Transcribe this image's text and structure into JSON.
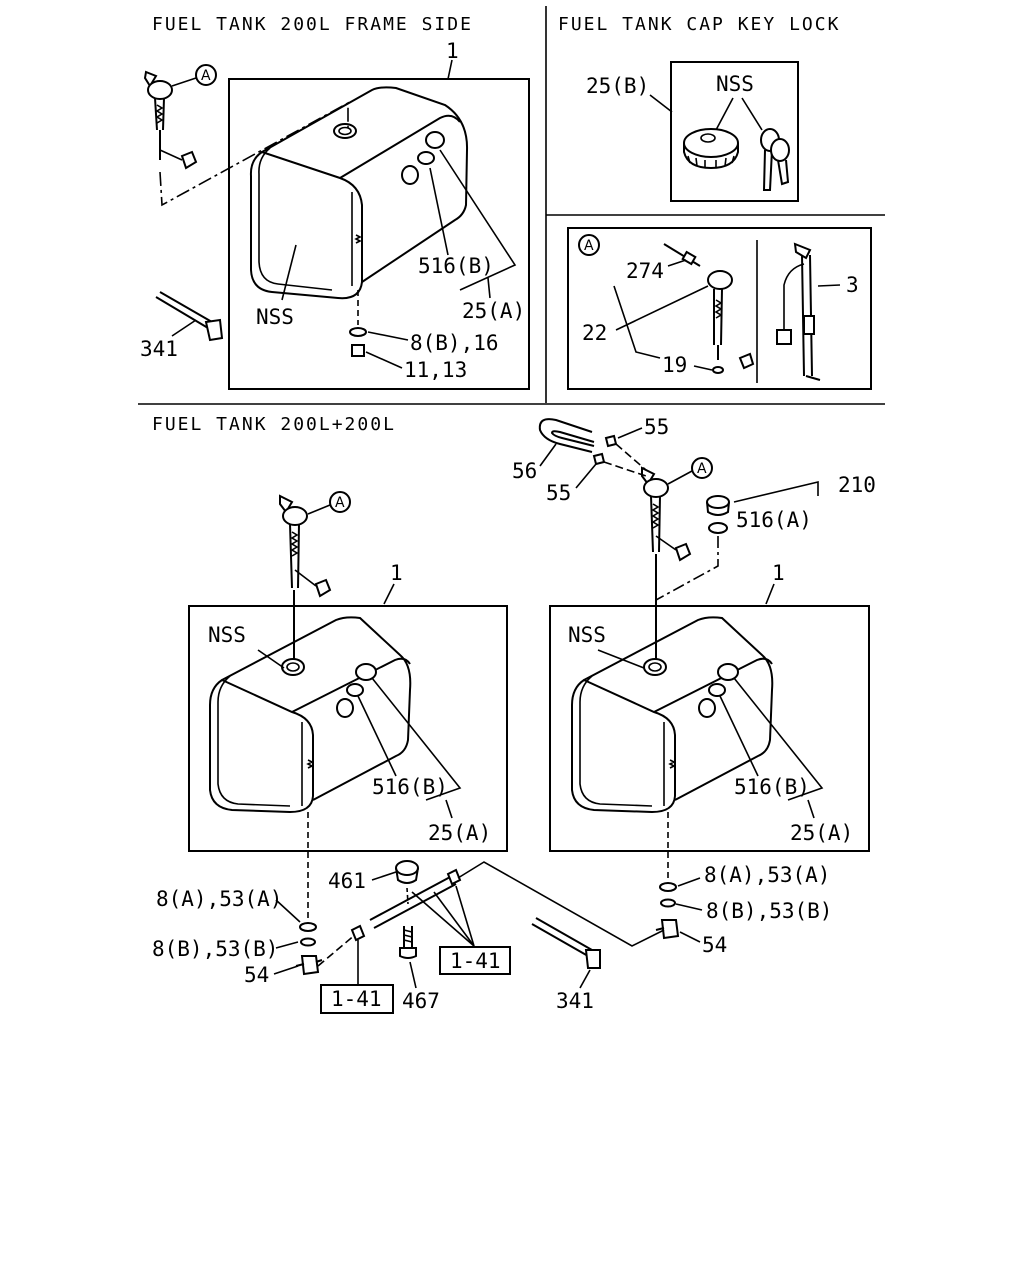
{
  "sections": {
    "frame_side_title": "FUEL TANK 200L FRAME SIDE",
    "cap_key_lock_title": "FUEL TANK CAP KEY LOCK",
    "dual_tank_title": "FUEL TANK 200L+200L"
  },
  "labels": {
    "p1": "1",
    "p3": "3",
    "p11_13": "11,13",
    "p8b_16": "8(B),16",
    "p516b": "516(B)",
    "p25a": "25(A)",
    "p25b": "25(B)",
    "p341": "341",
    "nss": "NSS",
    "p274": "274",
    "p22": "22",
    "p19": "19",
    "p55": "55",
    "p56": "56",
    "p210": "210",
    "p516a": "516(A)",
    "p461": "461",
    "p467": "467",
    "p8a_53a": "8(A),53(A)",
    "p8b_53b": "8(B),53(B)",
    "p54": "54",
    "ref_1_41": "1-41",
    "detail_a": "A"
  }
}
